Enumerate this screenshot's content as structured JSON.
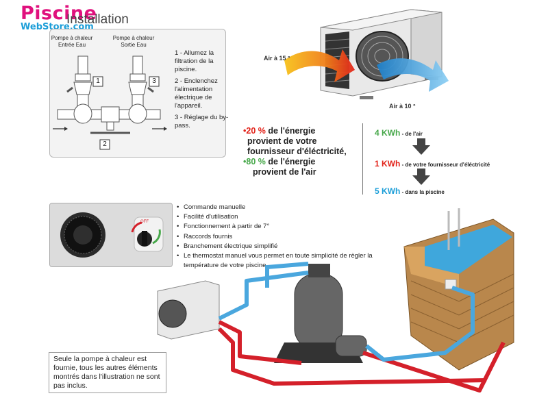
{
  "logo": {
    "line1": "Piscine",
    "line2": "WebStore.com"
  },
  "title": "Installation",
  "install": {
    "pump_in_label_1": "Pompe à chaleur",
    "pump_in_label_2": "Entrée Eau",
    "pump_out_label_1": "Pompe à chaleur",
    "pump_out_label_2": "Sortie Eau",
    "callouts": [
      "1",
      "3",
      "2"
    ],
    "steps": [
      "1 - Allumez la filtration de la piscine.",
      "2 - Enclenchez l'alimentation électrique de l'appareil.",
      "3 - Réglage du by-pass."
    ]
  },
  "air": {
    "in": "Air à 15 °",
    "out": "Air à 10 °"
  },
  "energy": {
    "line1_pct": "20 %",
    "line1_rest": " de l'énergie",
    "line2": "provient de votre",
    "line3": "fournisseur d'éléctricité,",
    "line4_pct": "80 %",
    "line4_rest": " de l'énergie",
    "line5": "provient de l'air"
  },
  "kwh": [
    {
      "value": "4 KWh",
      "desc": " - de l'air",
      "color": "#47a84a"
    },
    {
      "value": "1 KWh",
      "desc": " - de votre fournisseur d'éléctricité",
      "color": "#e2231a"
    },
    {
      "value": "5 KWh",
      "desc": " - dans la piscine",
      "color": "#1c9ed8"
    }
  ],
  "thermostat": {
    "dial_text": "OFF"
  },
  "features": [
    "Commande manuelle",
    "Facilité d'utilisation",
    "Fonctionnement à partir de 7°",
    "Raccords fournis",
    "Branchement électrique simplifié",
    "Le thermostat manuel vous permet en toute simplicité de règler la température de votre piscine."
  ],
  "note": "Seule la pompe à chaleur est fournie, tous les autres éléments montrés dans l'illustration ne sont pas inclus.",
  "colors": {
    "hot_pipe": "#d4202a",
    "cold_pipe": "#4aa7de",
    "brand_pink": "#e0117d",
    "brand_blue": "#1c9ed8"
  }
}
